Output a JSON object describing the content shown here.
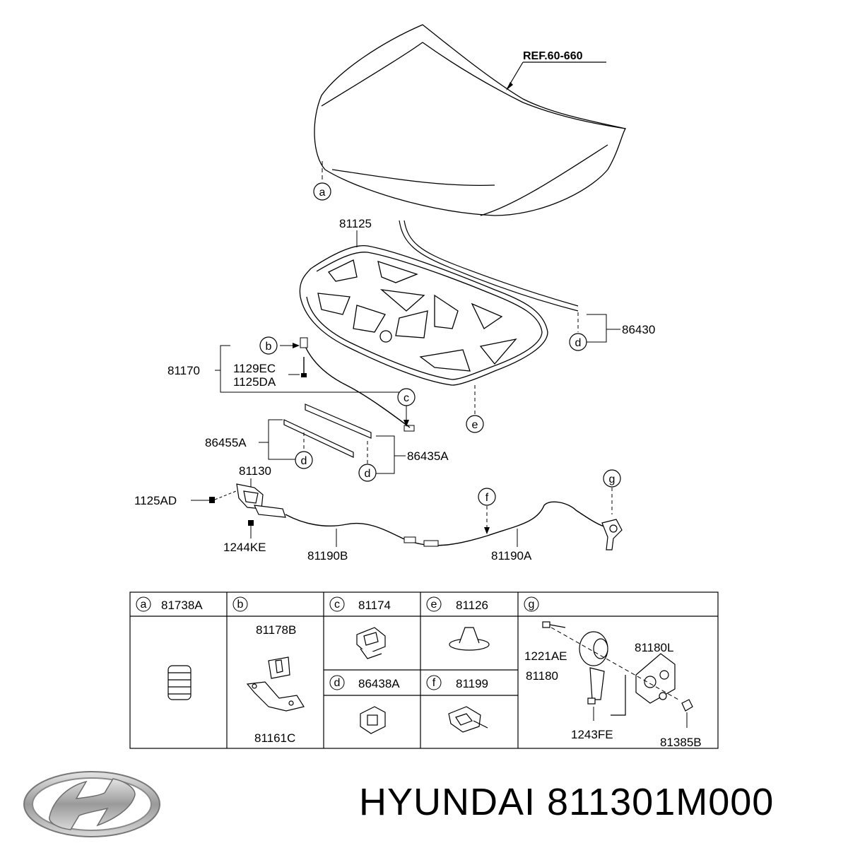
{
  "diagram": {
    "ref_label": "REF.60-660",
    "callouts": {
      "a": "a",
      "b": "b",
      "c": "c",
      "d": "d",
      "e": "e",
      "f": "f",
      "g": "g"
    },
    "parts": {
      "p81125": "81125",
      "p86430": "86430",
      "p81170": "81170",
      "p1129EC": "1129EC",
      "p1125DA": "1125DA",
      "p86455A": "86455A",
      "p86435A": "86435A",
      "p81130": "81130",
      "p1125AD": "1125AD",
      "p1244KE": "1244KE",
      "p81190B": "81190B",
      "p81190A": "81190A"
    },
    "legend": {
      "a": {
        "code": "81738A"
      },
      "b": {
        "top": "81178B",
        "bottom": "81161C"
      },
      "c": {
        "code": "81174"
      },
      "e": {
        "code": "81126"
      },
      "d": {
        "code": "86438A"
      },
      "f": {
        "code": "81199"
      },
      "g": {
        "p1": "1221AE",
        "p2": "81180",
        "p3": "81180L",
        "p4": "1243FE",
        "p5": "81385B"
      }
    }
  },
  "footer": {
    "brand": "HYUNDAI",
    "part_number": "811301M000"
  }
}
